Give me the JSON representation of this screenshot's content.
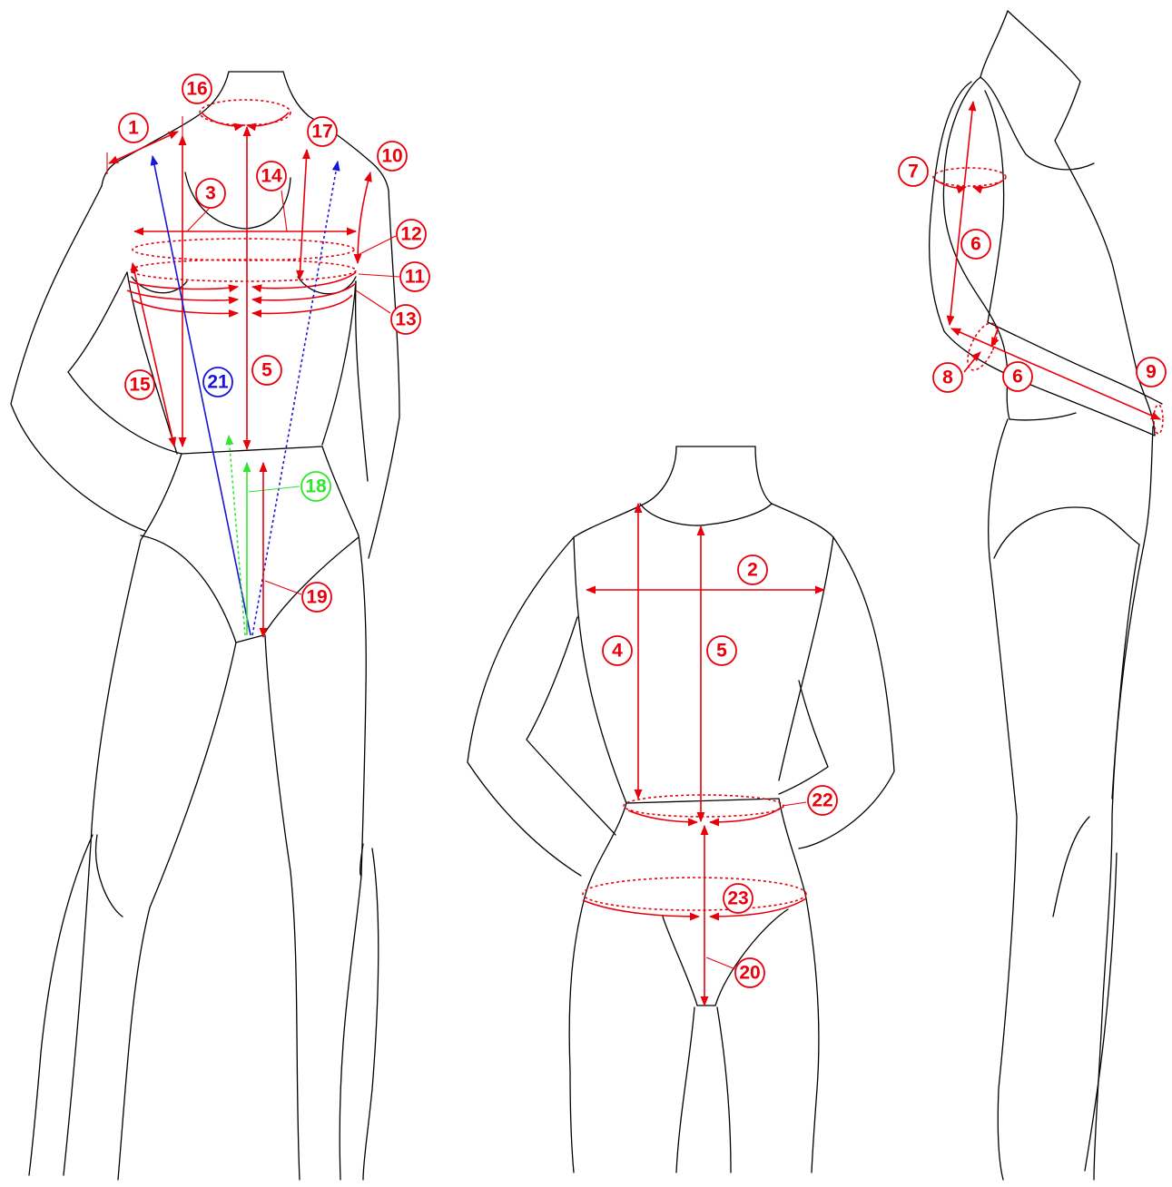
{
  "colors": {
    "red": "#e8000b",
    "blue": "#1a14d6",
    "green": "#2ee62e",
    "outline": "#000000"
  },
  "badges": [
    {
      "id": "b1-front",
      "text": "1",
      "color": "red"
    },
    {
      "id": "b3-front",
      "text": "3",
      "color": "red"
    },
    {
      "id": "b5-front",
      "text": "5",
      "color": "red"
    },
    {
      "id": "b10-front",
      "text": "10",
      "color": "red"
    },
    {
      "id": "b11-front",
      "text": "11",
      "color": "red"
    },
    {
      "id": "b12-front",
      "text": "12",
      "color": "red"
    },
    {
      "id": "b13-front",
      "text": "13",
      "color": "red"
    },
    {
      "id": "b14-front",
      "text": "14",
      "color": "red"
    },
    {
      "id": "b15-front",
      "text": "15",
      "color": "red"
    },
    {
      "id": "b16-front",
      "text": "16",
      "color": "red"
    },
    {
      "id": "b17-front",
      "text": "17",
      "color": "red"
    },
    {
      "id": "b18-front",
      "text": "18",
      "color": "green"
    },
    {
      "id": "b19-front",
      "text": "19",
      "color": "red"
    },
    {
      "id": "b21-front",
      "text": "21",
      "color": "blue"
    },
    {
      "id": "b2-back",
      "text": "2",
      "color": "red"
    },
    {
      "id": "b4-back",
      "text": "4",
      "color": "red"
    },
    {
      "id": "b5-back",
      "text": "5",
      "color": "red"
    },
    {
      "id": "b20-back",
      "text": "20",
      "color": "red"
    },
    {
      "id": "b22-back",
      "text": "22",
      "color": "red"
    },
    {
      "id": "b23-back",
      "text": "23",
      "color": "red"
    },
    {
      "id": "b6-side-upper",
      "text": "6",
      "color": "red"
    },
    {
      "id": "b6-side-lower",
      "text": "6",
      "color": "red"
    },
    {
      "id": "b7-side",
      "text": "7",
      "color": "red"
    },
    {
      "id": "b8-side",
      "text": "8",
      "color": "red"
    },
    {
      "id": "b9-side",
      "text": "9",
      "color": "red"
    }
  ]
}
